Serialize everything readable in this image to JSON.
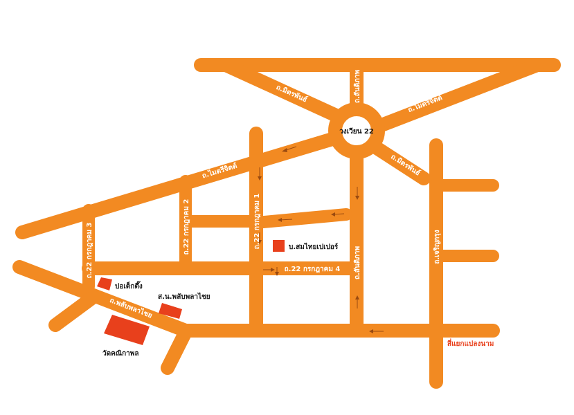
{
  "map": {
    "colors": {
      "road": "#f28a22",
      "building": "#e8401c",
      "label_on_road": "#ffffff",
      "label": "#1a1a1a",
      "direction_label": "#e8401c",
      "arrow": "#9a4a10"
    },
    "roundabout": {
      "label": "วงเวียน 22"
    },
    "roads": {
      "mitraphan_nw": "ถ.มิตรพันธ์",
      "santiphap_n": "ถ.สันติภาพ",
      "maitrichit_ne": "ถ.ไมตรีจิตต์",
      "maitrichit_w": "ถ.ไมตรีจิตต์",
      "mitraphan_se": "ถ.มิตรพันธ์",
      "charoen_krung": "ถ.เจริญกรุง",
      "krakatkhom_1": "ถ.22 กรกฎาคม 1",
      "krakatkhom_2": "ถ.22 กรกฎาคม 2",
      "krakatkhom_3": "ถ.22 กรกฎาคม 3",
      "krakatkhom_4": "ถ.22 กรกฎาคม 4",
      "santiphap_s": "ถ.สันติภาพ",
      "phlab_phla_chai": "ถ.พลับพลาไชย"
    },
    "places": {
      "sam_thai_paper": "บ.สมไทยเปเปอร์",
      "po_dek_tueng": "ปอเต็กตึ๊ง",
      "police_station": "ส.น.พลับพลาไชย",
      "wat_khanikaphon": "วัดคณิกาพล"
    },
    "directions": {
      "plaeng_nam": "สี่แยกแปลงนาม"
    }
  }
}
